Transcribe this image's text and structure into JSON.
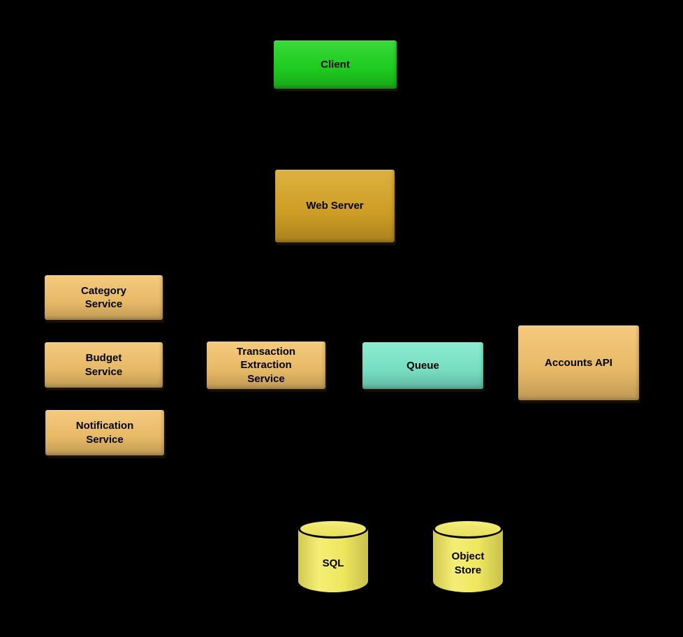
{
  "canvas": {
    "background": "#000000"
  },
  "diagram": {
    "text_color": "#000000",
    "nodes": {
      "client": {
        "label": "Client",
        "fill": "#1fd41f",
        "shape": "rect"
      },
      "web_server": {
        "label": "Web Server",
        "fill": "#d8a526",
        "shape": "rect"
      },
      "category_service": {
        "label": "Category\nService",
        "fill": "#f3c36c",
        "shape": "rect"
      },
      "budget_service": {
        "label": "Budget\nService",
        "fill": "#f3c36c",
        "shape": "rect"
      },
      "notification_service": {
        "label": "Notification\nService",
        "fill": "#f3c36c",
        "shape": "rect"
      },
      "transaction_extraction_service": {
        "label": "Transaction\nExtraction\nService",
        "fill": "#f3c36c",
        "shape": "rect"
      },
      "queue": {
        "label": "Queue",
        "fill": "#7ce9cb",
        "shape": "rect"
      },
      "accounts_api": {
        "label": "Accounts API",
        "fill": "#f3c36c",
        "shape": "rect"
      },
      "sql": {
        "label": "SQL",
        "fill": "#f3eb5f",
        "shape": "cylinder"
      },
      "object_store": {
        "label": "Object\nStore",
        "fill": "#f3eb5f",
        "shape": "cylinder"
      }
    }
  }
}
